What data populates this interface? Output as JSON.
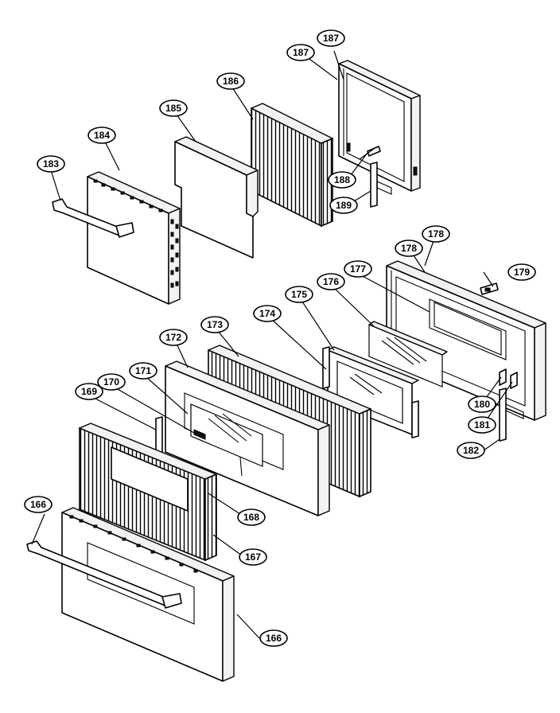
{
  "callouts": [
    {
      "id": "c166",
      "label": "166"
    },
    {
      "id": "c166b",
      "label": "166"
    },
    {
      "id": "c167",
      "label": "167"
    },
    {
      "id": "c168",
      "label": "168"
    },
    {
      "id": "c169",
      "label": "169"
    },
    {
      "id": "c170",
      "label": "170"
    },
    {
      "id": "c171",
      "label": "171"
    },
    {
      "id": "c172",
      "label": "172"
    },
    {
      "id": "c173",
      "label": "173"
    },
    {
      "id": "c174",
      "label": "174"
    },
    {
      "id": "c175",
      "label": "175"
    },
    {
      "id": "c176",
      "label": "176"
    },
    {
      "id": "c177",
      "label": "177"
    },
    {
      "id": "c178",
      "label": "178"
    },
    {
      "id": "c178b",
      "label": "178"
    },
    {
      "id": "c179",
      "label": "179"
    },
    {
      "id": "c180",
      "label": "180"
    },
    {
      "id": "c181",
      "label": "181"
    },
    {
      "id": "c182",
      "label": "182"
    },
    {
      "id": "c183",
      "label": "183"
    },
    {
      "id": "c184",
      "label": "184"
    },
    {
      "id": "c185",
      "label": "185"
    },
    {
      "id": "c186",
      "label": "186"
    },
    {
      "id": "c187",
      "label": "187"
    },
    {
      "id": "c187b",
      "label": "187"
    },
    {
      "id": "c188",
      "label": "188"
    },
    {
      "id": "c189",
      "label": "189"
    }
  ]
}
